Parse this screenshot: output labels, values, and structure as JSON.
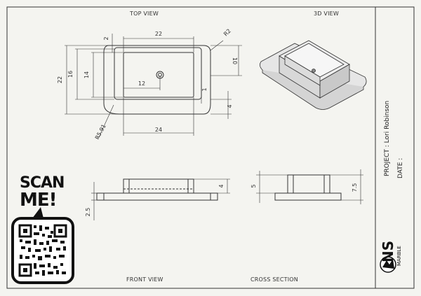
{
  "views": {
    "top": "TOP VIEW",
    "iso": "3D VIEW",
    "front": "FRONT VIEW",
    "section": "CROSS SECTION"
  },
  "dims": {
    "top_width": "22",
    "top_gap": "2",
    "radius_small": "R2",
    "outer_height": "22",
    "inner_height": "16",
    "pocket_height": "14",
    "hole_offset": "12",
    "tab_height": "10",
    "step": "1",
    "tab_lower": "4",
    "overall_width": "24",
    "radius_large": "R5.91",
    "front_height": "4",
    "front_base": "2.5",
    "section_upper": "5",
    "section_total": "7.5"
  },
  "qr": {
    "line1": "SCAN",
    "line2": "ME!"
  },
  "title_block": {
    "project": "PROJECT : Lori Robinson",
    "date": "DATE :",
    "brand": "NS",
    "brand_sub": "MARBLE"
  },
  "colors": {
    "line": "#333333",
    "sheet": "#f4f4f0",
    "iso_fill": "#e6e6e6"
  }
}
